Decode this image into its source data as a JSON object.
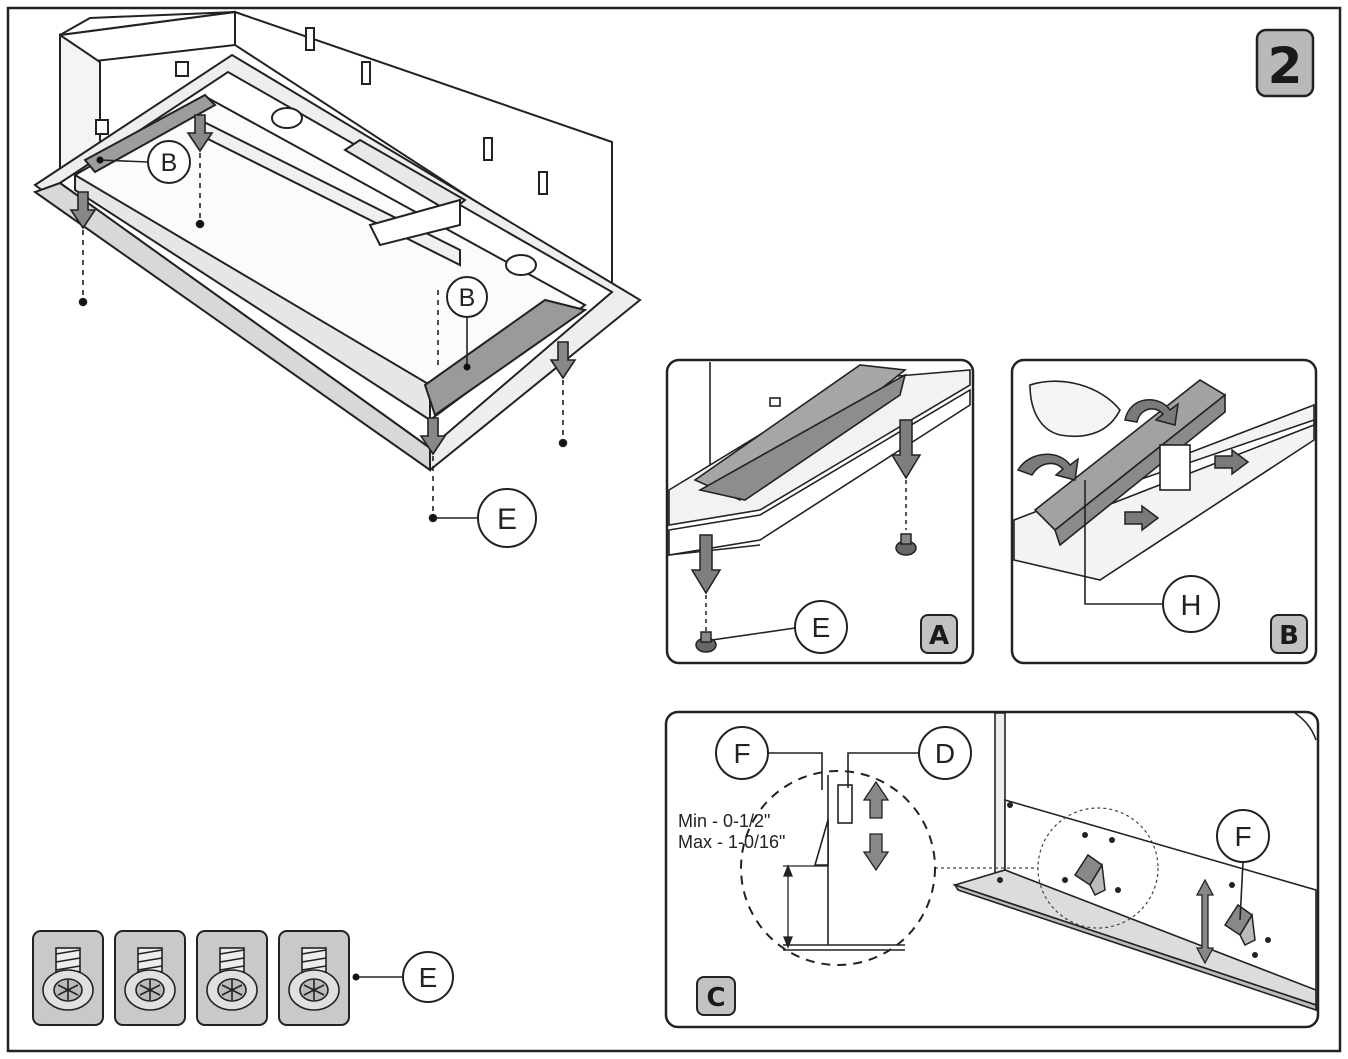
{
  "step_number": "2",
  "callouts": {
    "B_upper": "B",
    "B_lower": "B",
    "E_main": "E",
    "E_detail_a": "E",
    "H": "H",
    "F_left": "F",
    "D": "D",
    "F_right": "F",
    "E_screws": "E"
  },
  "panels": {
    "a": "A",
    "b": "B",
    "c": "C"
  },
  "measurement": {
    "min": "Min  - 0-1/2\"",
    "max": "Max - 1-0/16\""
  },
  "screws": {
    "count": 4
  },
  "colors": {
    "line": "#222222",
    "part_gray": "#a0a0a0",
    "panel_gray": "#c8c8c8"
  }
}
